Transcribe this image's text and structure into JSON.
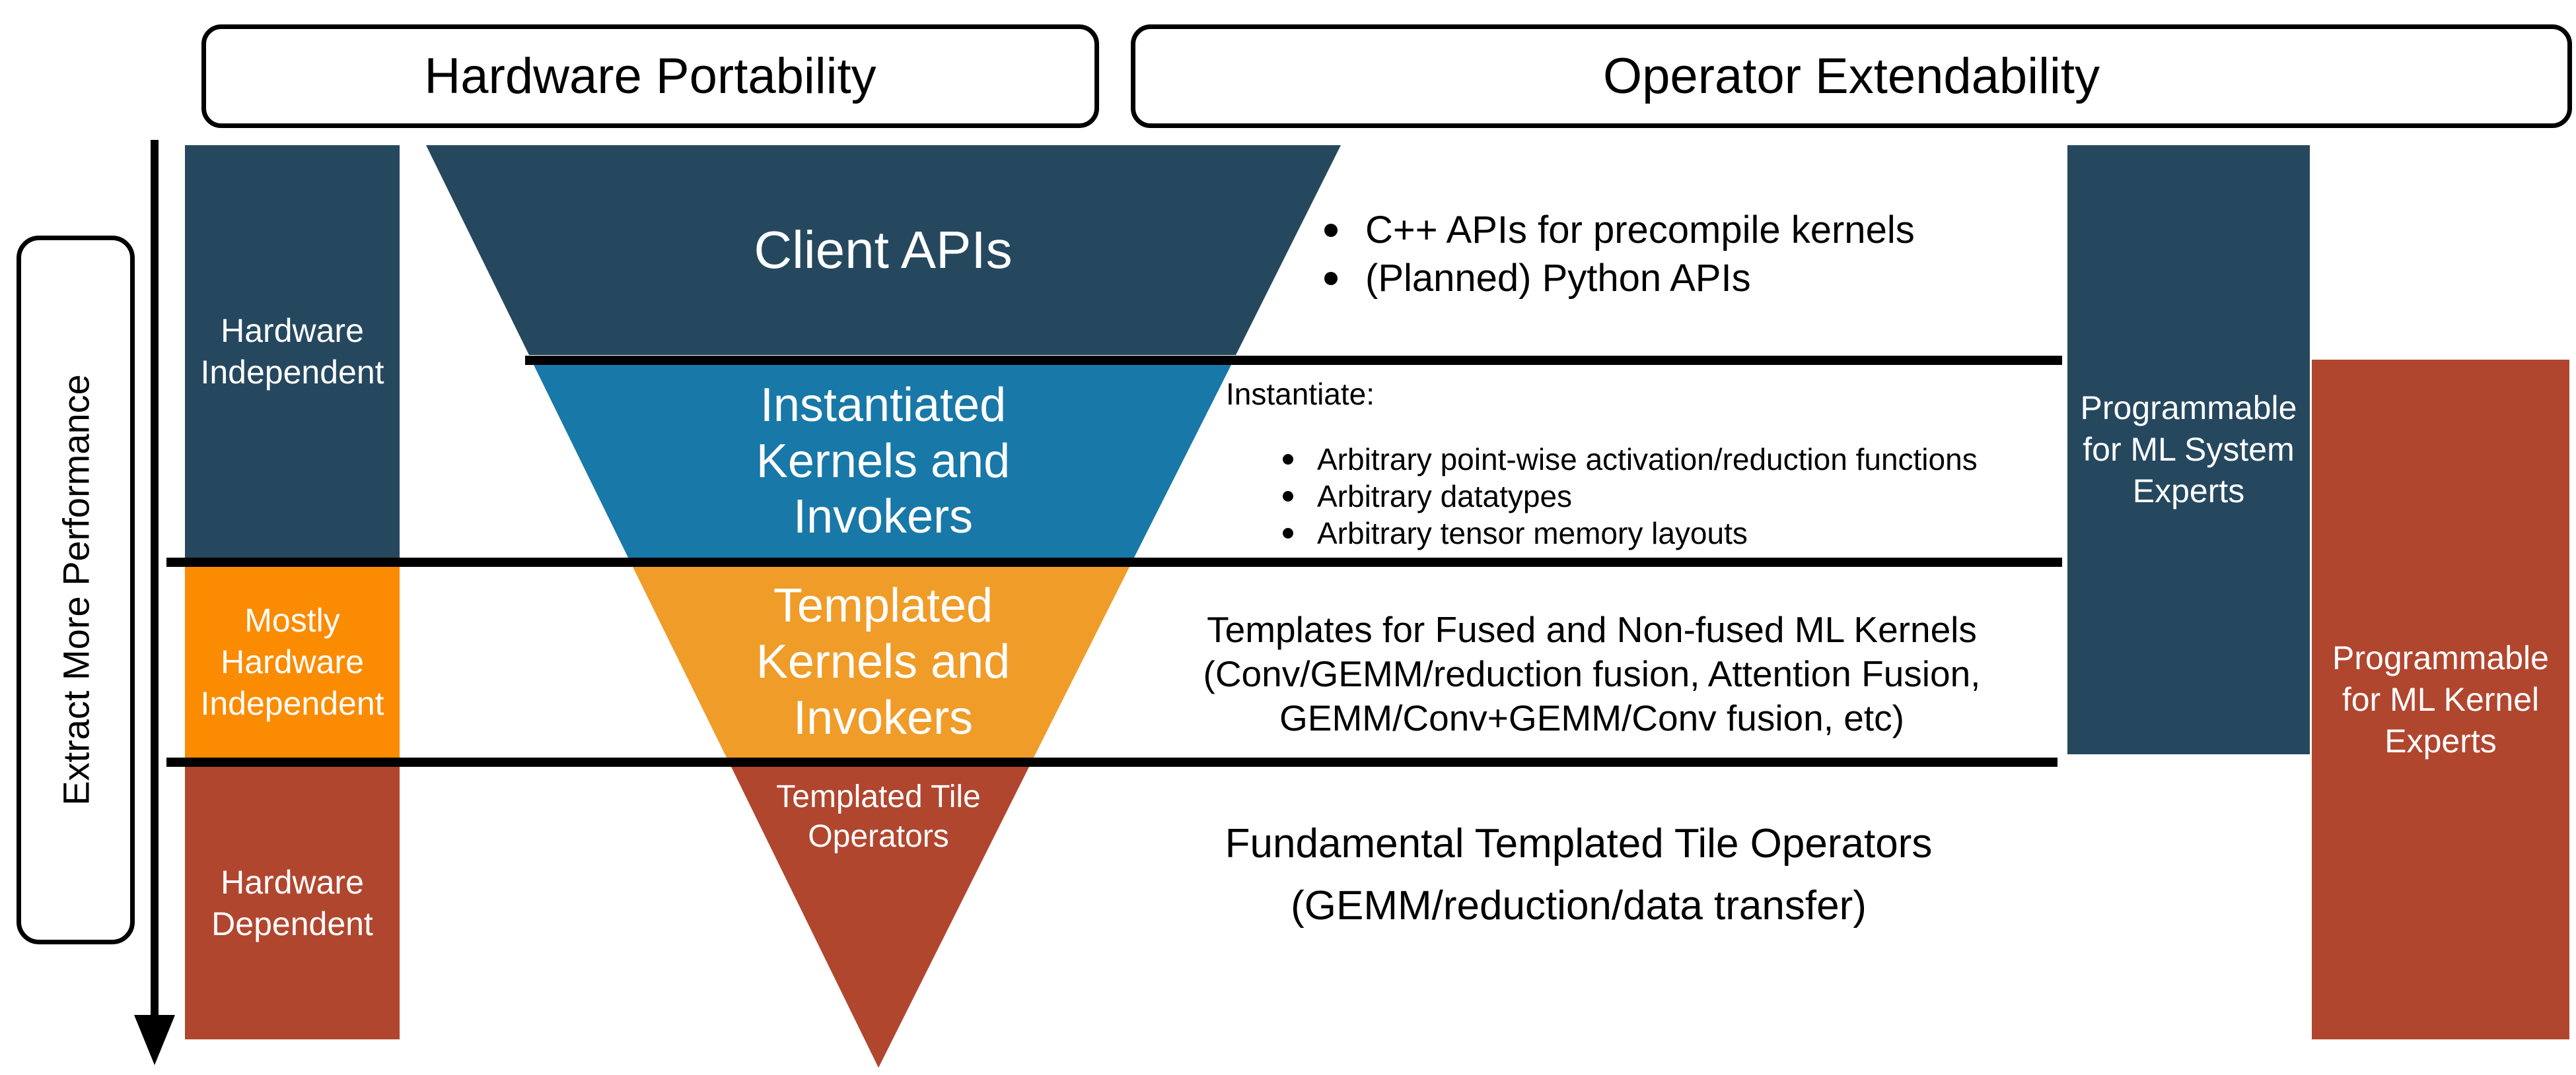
{
  "title_row": {
    "left": "Hardware Portability",
    "right": "Operator Extendability"
  },
  "performance_axis": {
    "label": "Extract More Performance"
  },
  "left_column": {
    "items": [
      {
        "label": "Hardware Independent",
        "color": "#25485F"
      },
      {
        "label": "Mostly Hardware Independent",
        "color": "#FB8B00"
      },
      {
        "label": "Hardware Dependent",
        "color": "#B1462F"
      }
    ]
  },
  "pyramid": {
    "layers": [
      {
        "label": "Client APIs",
        "color": "#25485F"
      },
      {
        "label": "Instantiated Kernels and Invokers",
        "color": "#1878A8"
      },
      {
        "label": "Templated Kernels and Invokers",
        "color": "#F09C28"
      },
      {
        "label": "Templated Tile Operators",
        "color": "#B1462F"
      }
    ]
  },
  "annotations": {
    "client_bullets": [
      "C++ APIs for precompile kernels",
      "(Planned) Python APIs"
    ],
    "instantiate_heading": "Instantiate:",
    "instantiate_bullets": [
      "Arbitrary point-wise activation/reduction functions",
      "Arbitrary datatypes",
      "Arbitrary tensor memory layouts"
    ],
    "templates_lines": [
      "Templates for Fused and Non-fused ML Kernels",
      "(Conv/GEMM/reduction fusion, Attention Fusion,",
      "GEMM/Conv+GEMM/Conv fusion, etc)"
    ],
    "fundamental_lines": [
      "Fundamental Templated Tile Operators",
      "(GEMM/reduction/data transfer)"
    ]
  },
  "right_column": {
    "items": [
      {
        "label": "Programmable for ML System Experts",
        "color": "#25485F"
      },
      {
        "label": "Programmable for ML Kernel Experts",
        "color": "#B1462F"
      }
    ]
  },
  "line_color": "#000000"
}
